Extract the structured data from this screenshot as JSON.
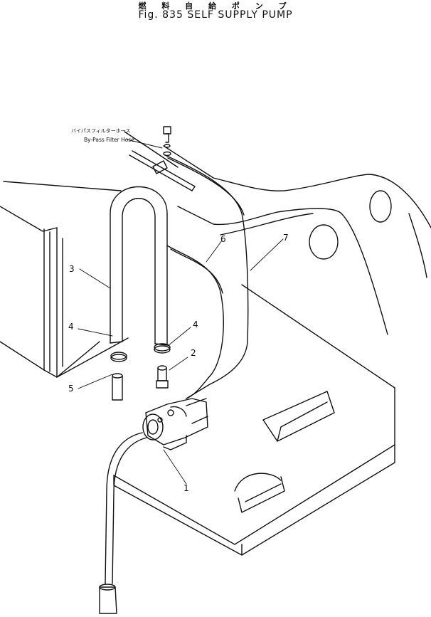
{
  "header": {
    "title_jp": "燃 料 自 給 ポ ン プ",
    "title_en": "Fig. 835 SELF SUPPLY PUMP"
  },
  "annotations": {
    "hose_label_jp": "バイパスフィルターホース",
    "hose_label_en": "By-Pass Filter Hose"
  },
  "callouts": [
    {
      "num": "1"
    },
    {
      "num": "2"
    },
    {
      "num": "3"
    },
    {
      "num": "4"
    },
    {
      "num": "4"
    },
    {
      "num": "5"
    },
    {
      "num": "6"
    },
    {
      "num": "7"
    }
  ],
  "colors": {
    "ink": "#111111",
    "paper": "#ffffff"
  }
}
